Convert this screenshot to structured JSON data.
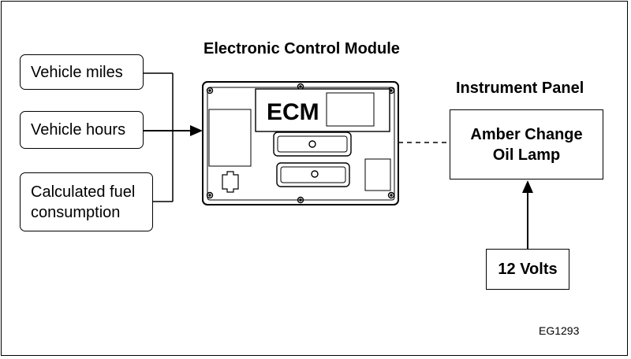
{
  "titles": {
    "ecm_module": "Electronic Control Module",
    "instrument_panel": "Instrument Panel"
  },
  "inputs": [
    {
      "label": "Vehicle miles"
    },
    {
      "label": "Vehicle hours"
    },
    {
      "label_lines": [
        "Calculated fuel",
        "consumption"
      ]
    }
  ],
  "ecm": {
    "label": "ECM"
  },
  "lamp": {
    "lines": [
      "Amber Change",
      "Oil Lamp"
    ]
  },
  "power": {
    "label": "12 Volts"
  },
  "figure_code": "EG1293"
}
